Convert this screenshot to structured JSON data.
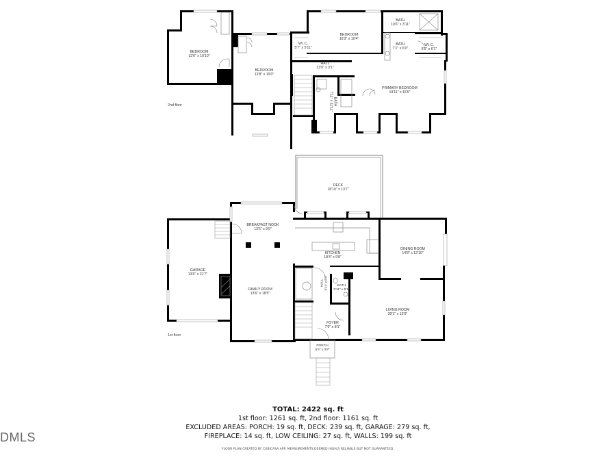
{
  "floors": {
    "second": {
      "label": "2nd floor",
      "rooms": [
        {
          "name": "BEDROOM",
          "dims": "13'6\" x 16'10\""
        },
        {
          "name": "BEDROOM",
          "dims": "12'8\" x 19'0\""
        },
        {
          "name": "W.I.C.",
          "dims": "5'7\" x 5'11\""
        },
        {
          "name": "BEDROOM",
          "dims": "16'3\" x 10'4\""
        },
        {
          "name": "BATH",
          "dims": "10'6\" x 3'11\""
        },
        {
          "name": "BATH",
          "dims": "7'1\" x 6'0\""
        },
        {
          "name": "W.I.C.",
          "dims": "5'5\" x 6'1\""
        },
        {
          "name": "HALL",
          "dims": "13'0\" x 3'1\""
        },
        {
          "name": "BATH",
          "dims": "7'11\" x 11'11\""
        },
        {
          "name": "PRIMARY BEDROOM",
          "dims": "19'11\" x 15'5\""
        }
      ]
    },
    "first": {
      "label": "1st floor",
      "rooms": [
        {
          "name": "DECK",
          "dims": "18'10\" x 13'7\""
        },
        {
          "name": "BREAKFAST NOOK",
          "dims": "13'5\" x 9'9\""
        },
        {
          "name": "GARAGE",
          "dims": "13'6\" x 21'7\""
        },
        {
          "name": "KITCHEN",
          "dims": "18'4\" x 9'8\""
        },
        {
          "name": "DINING ROOM",
          "dims": "14'8\" x 12'10\""
        },
        {
          "name": "FAMILY ROOM",
          "dims": "13'6\" x 18'5\""
        },
        {
          "name": "HALL",
          "dims": "3'11\" x 8'4\""
        },
        {
          "name": "BATH",
          "dims": "5'11\" x 5'1\""
        },
        {
          "name": "LIVING ROOM",
          "dims": "20'1\" x 13'0\""
        },
        {
          "name": "FOYER",
          "dims": "7'0\" x 8'1\""
        },
        {
          "name": "PORCH",
          "dims": "5'4\" x 3'8\""
        }
      ]
    }
  },
  "summary": {
    "total": "TOTAL: 2422 sq. ft",
    "floors_line": "1st floor: 1261 sq. ft, 2nd floor: 1161 sq. ft",
    "excluded_line1": "EXCLUDED AREAS: PORCH: 19 sq. ft, DECK: 239 sq. ft, GARAGE: 279 sq. ft,",
    "excluded_line2": "FIREPLACE: 14 sq. ft, LOW CEILING: 27 sq. ft, WALLS: 199 sq. ft",
    "footnote": "FLOOR PLAN CREATED BY CUBICASA APP. MEASUREMENTS DEEMED HIGHLY RELIABLE BUT NOT GUARANTEED."
  },
  "watermark": "DMLS"
}
